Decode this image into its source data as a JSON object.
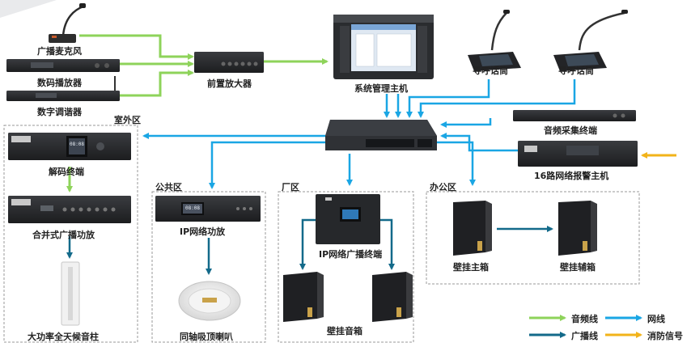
{
  "zones": {
    "outdoor": "室外区",
    "public": "公共区",
    "factory": "厂区",
    "office": "办公区"
  },
  "devices": {
    "mic": "广播麦克风",
    "digital_player": "数码播放器",
    "tuner": "数字调谐器",
    "preamp": "前置放大器",
    "host": "系统管理主机",
    "paging1": "寻呼话筒",
    "paging2": "寻呼话筒",
    "audio_collect": "音频采集终端",
    "alarm_host": "16路网络报警主机",
    "decoder": "解码终端",
    "mixer_amp": "合并式广播功放",
    "column_speaker": "大功率全天候音柱",
    "ip_amp": "IP网络功放",
    "ceiling_speaker": "同轴吸顶喇叭",
    "ip_terminal": "IP网络广播终端",
    "wall_speakers": "壁挂音箱",
    "wall_main": "壁挂主箱",
    "wall_aux": "壁挂辅箱"
  },
  "legend": {
    "audio": "音频线",
    "network": "网线",
    "broadcast": "广播线",
    "fire": "消防信号"
  },
  "screen": {
    "clock": "08:08"
  },
  "colors": {
    "audio_line": "#8ed35a",
    "network_line": "#1aa6e4",
    "broadcast_line": "#136a8a",
    "fire_line": "#f2b31a",
    "device_dark": "#2b2d30",
    "zone_border": "#9a9a9a"
  }
}
